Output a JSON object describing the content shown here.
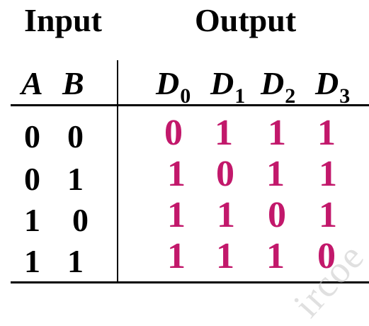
{
  "colors": {
    "output_digits": "#c2186b",
    "text": "#000000",
    "watermark": "#c8c8c8"
  },
  "headers": {
    "input": "Input",
    "output": "Output"
  },
  "input_columns": [
    "A",
    "B"
  ],
  "output_columns": [
    {
      "letter": "D",
      "sub": "0"
    },
    {
      "letter": "D",
      "sub": "1"
    },
    {
      "letter": "D",
      "sub": "2"
    },
    {
      "letter": "D",
      "sub": "3"
    }
  ],
  "rows": [
    {
      "inputs": [
        "0",
        "0"
      ],
      "outputs": [
        "0",
        "1",
        "1",
        "1"
      ]
    },
    {
      "inputs": [
        "0",
        "1"
      ],
      "outputs": [
        "1",
        "0",
        "1",
        "1"
      ]
    },
    {
      "inputs": [
        "1",
        "0"
      ],
      "outputs": [
        "1",
        "1",
        "0",
        "1"
      ]
    },
    {
      "inputs": [
        "1",
        "1"
      ],
      "outputs": [
        "1",
        "1",
        "1",
        "0"
      ]
    }
  ],
  "watermark_text": "ircoe"
}
